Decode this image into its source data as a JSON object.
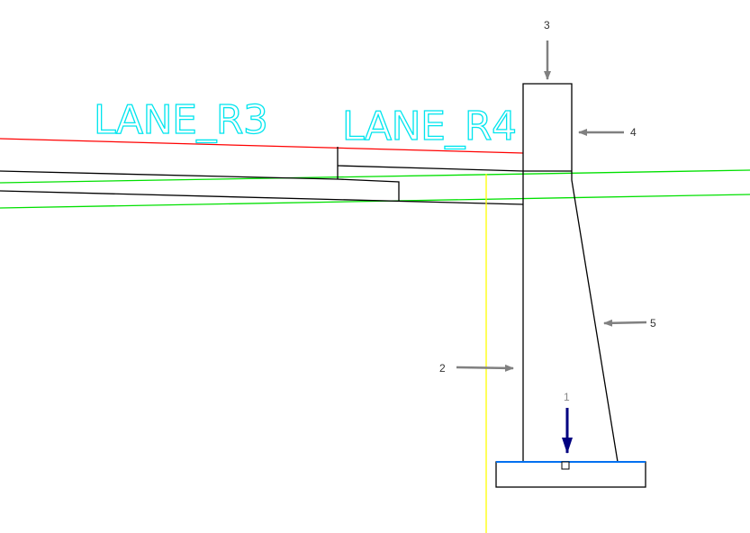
{
  "lanes": [
    "LANE_R3",
    "LANE_R4"
  ],
  "callouts": {
    "c1": "1",
    "c2": "2",
    "c3": "3",
    "c4": "4",
    "c5": "5"
  },
  "colors": {
    "lane_text": "#00e5ee",
    "edge": "#ff0000",
    "ground": "#00e000",
    "axis": "#ffff00",
    "footing_top": "#0070f0",
    "arrow": "#808080",
    "load_arrow": "#000080"
  }
}
